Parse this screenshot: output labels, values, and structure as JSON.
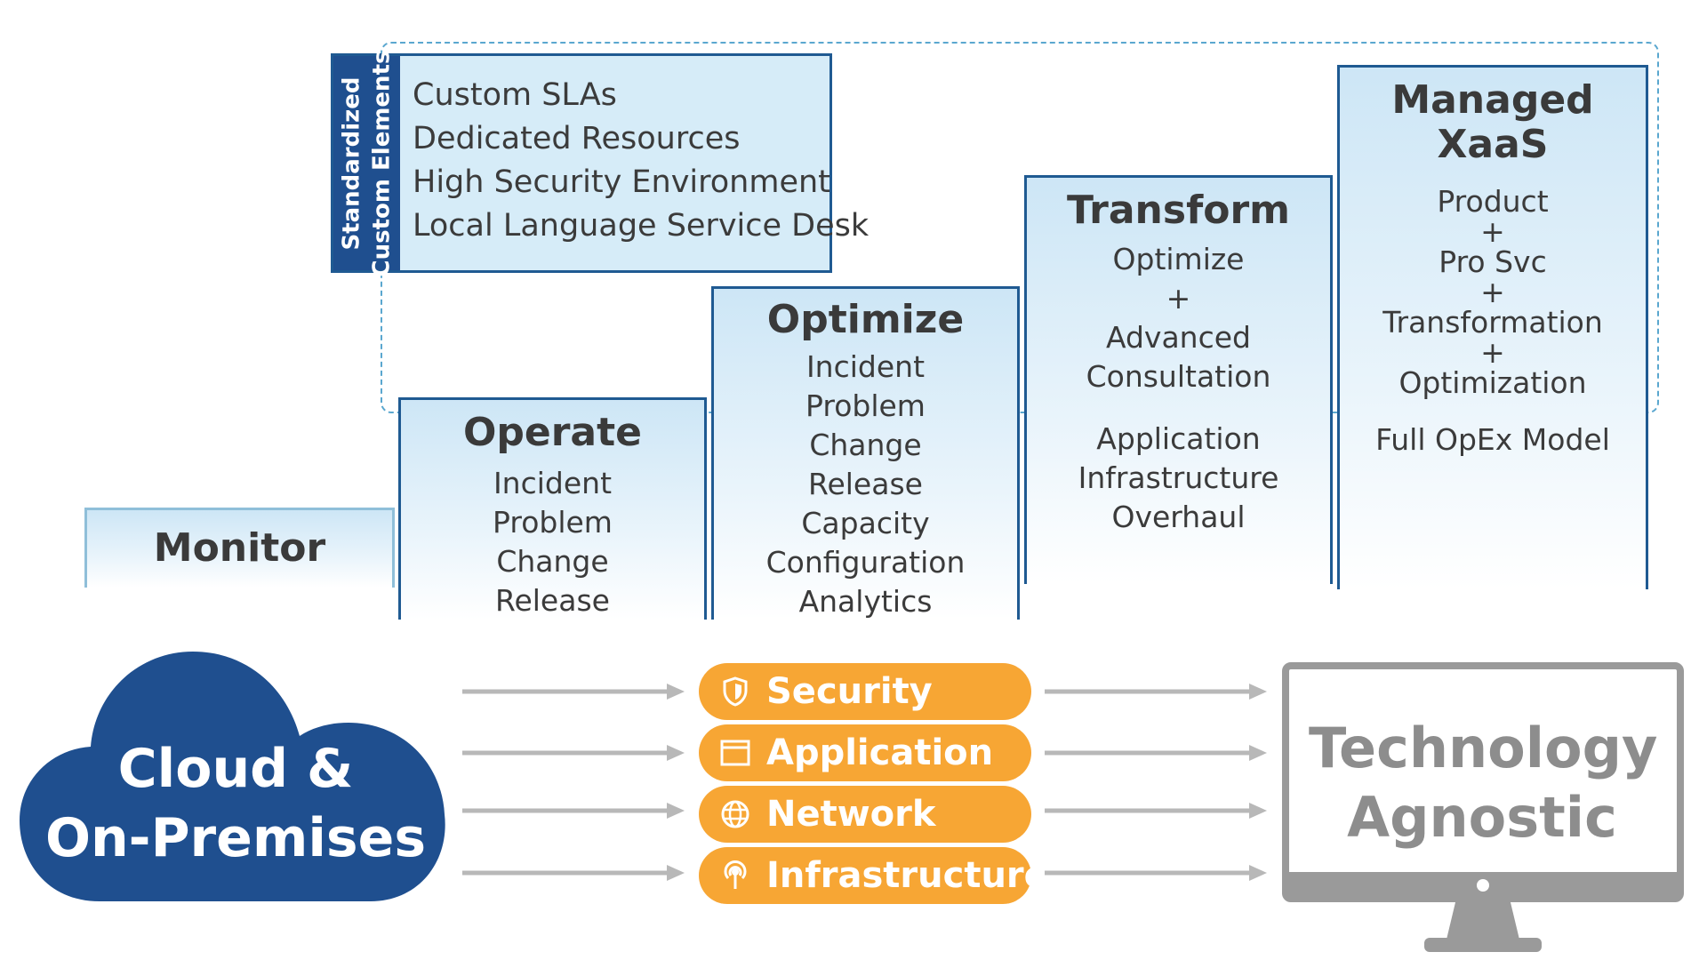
{
  "standardized": {
    "side_label_line1": "Standardized",
    "side_label_line2": "Custom Elements",
    "items": [
      "Custom SLAs",
      "Dedicated Resources",
      "High Security Environment",
      "Local Language Service Desk"
    ]
  },
  "steps": {
    "monitor": {
      "title": "Monitor",
      "lines": []
    },
    "operate": {
      "title": "Operate",
      "lines": [
        "Incident",
        "Problem",
        "Change",
        "Release"
      ]
    },
    "optimize": {
      "title": "Optimize",
      "lines": [
        "Incident",
        "Problem",
        "Change",
        "Release",
        "Capacity",
        "Configuration",
        "Analytics"
      ]
    },
    "transform": {
      "title": "Transform",
      "lines": [
        "Optimize",
        "+",
        "Advanced",
        "Consultation",
        "Application",
        "Infrastructure",
        "Overhaul"
      ]
    },
    "managed": {
      "title": "Managed XaaS",
      "lines": [
        "Product",
        "+",
        "Pro Svc",
        "+",
        "Transformation",
        "+",
        "Optimization",
        "Full OpEx Model"
      ]
    }
  },
  "cloud": {
    "line1": "Cloud &",
    "line2": "On-Premises"
  },
  "pills": [
    {
      "label": "Security",
      "icon": "shield-icon"
    },
    {
      "label": "Application",
      "icon": "window-icon"
    },
    {
      "label": "Network",
      "icon": "globe-icon"
    },
    {
      "label": "Infrastructure",
      "icon": "antenna-icon"
    }
  ],
  "monitor_display": {
    "line1": "Technology",
    "line2": "Agnostic"
  },
  "colors": {
    "navy": "#1f4f8f",
    "light_blue": "#d6ecf8",
    "orange": "#f7a634",
    "gray": "#8d8d8d",
    "arrow_gray": "#b8b8b8"
  }
}
